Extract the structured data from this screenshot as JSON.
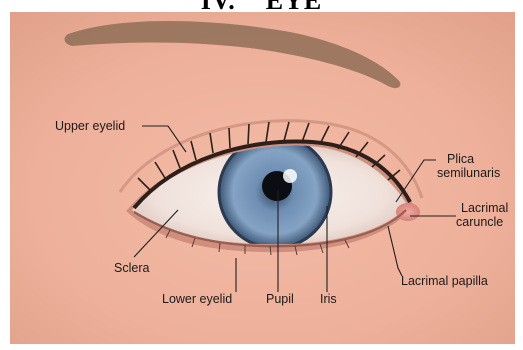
{
  "heading": "IV.    EYE",
  "labels": {
    "upper_eyelid": "Upper eyelid",
    "plica_line1": "Plica",
    "plica_line2": "semilunaris",
    "caruncle_line1": "Lacrimal",
    "caruncle_line2": "caruncle",
    "sclera": "Sclera",
    "lower_eyelid": "Lower eyelid",
    "pupil": "Pupil",
    "iris": "Iris",
    "lacrimal_papilla": "Lacrimal papilla"
  }
}
